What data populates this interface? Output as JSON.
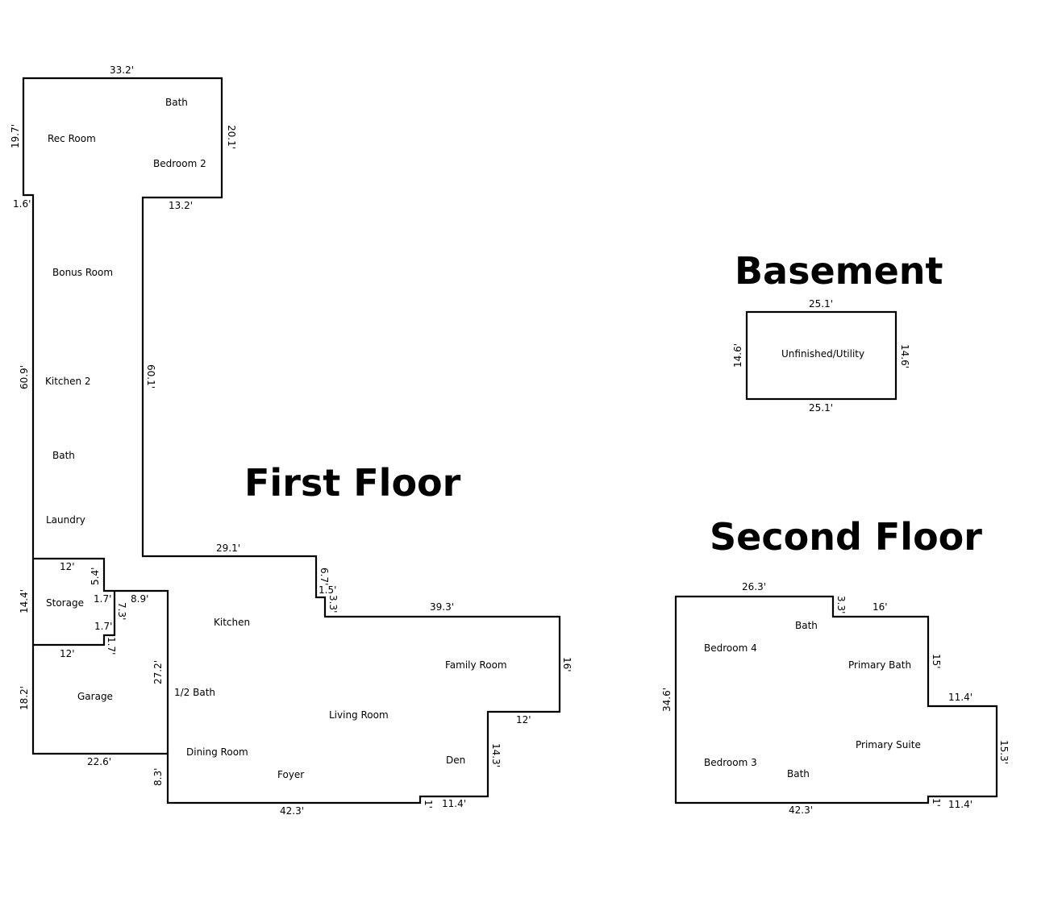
{
  "floors": {
    "first": {
      "title": "First Floor",
      "rooms": {
        "bath_upper": "Bath",
        "rec_room": "Rec Room",
        "bedroom_2": "Bedroom 2",
        "bonus_room": "Bonus Room",
        "kitchen_2": "Kitchen 2",
        "bath_lower": "Bath",
        "laundry": "Laundry",
        "storage": "Storage",
        "garage": "Garage",
        "kitchen": "Kitchen",
        "half_bath": "1/2 Bath",
        "living_room": "Living Room",
        "family_room": "Family Room",
        "dining_room": "Dining Room",
        "foyer": "Foyer",
        "den": "Den"
      },
      "dims": {
        "top": "33.2'",
        "left_upper": "19.7'",
        "right_upper": "20.1'",
        "notch_left": "1.6'",
        "notch_bottom": "13.2'",
        "left_long": "60.9'",
        "right_long": "60.1'",
        "corridor": "29.1'",
        "step_a": "6.7'",
        "step_b": "1.5'",
        "step_c": "3.3'",
        "family_top": "39.3'",
        "family_right": "16'",
        "den_top": "12'",
        "den_right": "14.3'",
        "den_bottom": "11.4'",
        "den_step": "1'",
        "bottom": "42.3'",
        "foyer_left": "8.3'",
        "kitchen_left": "27.2'",
        "storage_top": "12'",
        "storage_step": "5.4'",
        "storage_a": "1.7'",
        "storage_b": "1.7'",
        "storage_c": "1.7'",
        "storage_d": "7.3'",
        "storage_e": "8.9'",
        "storage_left": "14.4'",
        "storage_bottom": "12'",
        "garage_left": "18.2'",
        "garage_bottom": "22.6'"
      }
    },
    "basement": {
      "title": "Basement",
      "rooms": {
        "utility": "Unfinished/Utility"
      },
      "dims": {
        "top": "25.1'",
        "bottom": "25.1'",
        "left": "14.6'",
        "right": "14.6'"
      }
    },
    "second": {
      "title": "Second Floor",
      "rooms": {
        "bath_top": "Bath",
        "bedroom_4": "Bedroom 4",
        "primary_bath": "Primary Bath",
        "primary_suite": "Primary Suite",
        "bedroom_3": "Bedroom 3",
        "bath_bottom": "Bath"
      },
      "dims": {
        "top_left": "26.3'",
        "step_a": "3.3'",
        "top_right": "16'",
        "right_upper": "15'",
        "mid": "11.4'",
        "right_lower": "15.3'",
        "bottom_right": "11.4'",
        "step_b": "1'",
        "bottom": "42.3'",
        "left": "34.6'"
      }
    }
  }
}
